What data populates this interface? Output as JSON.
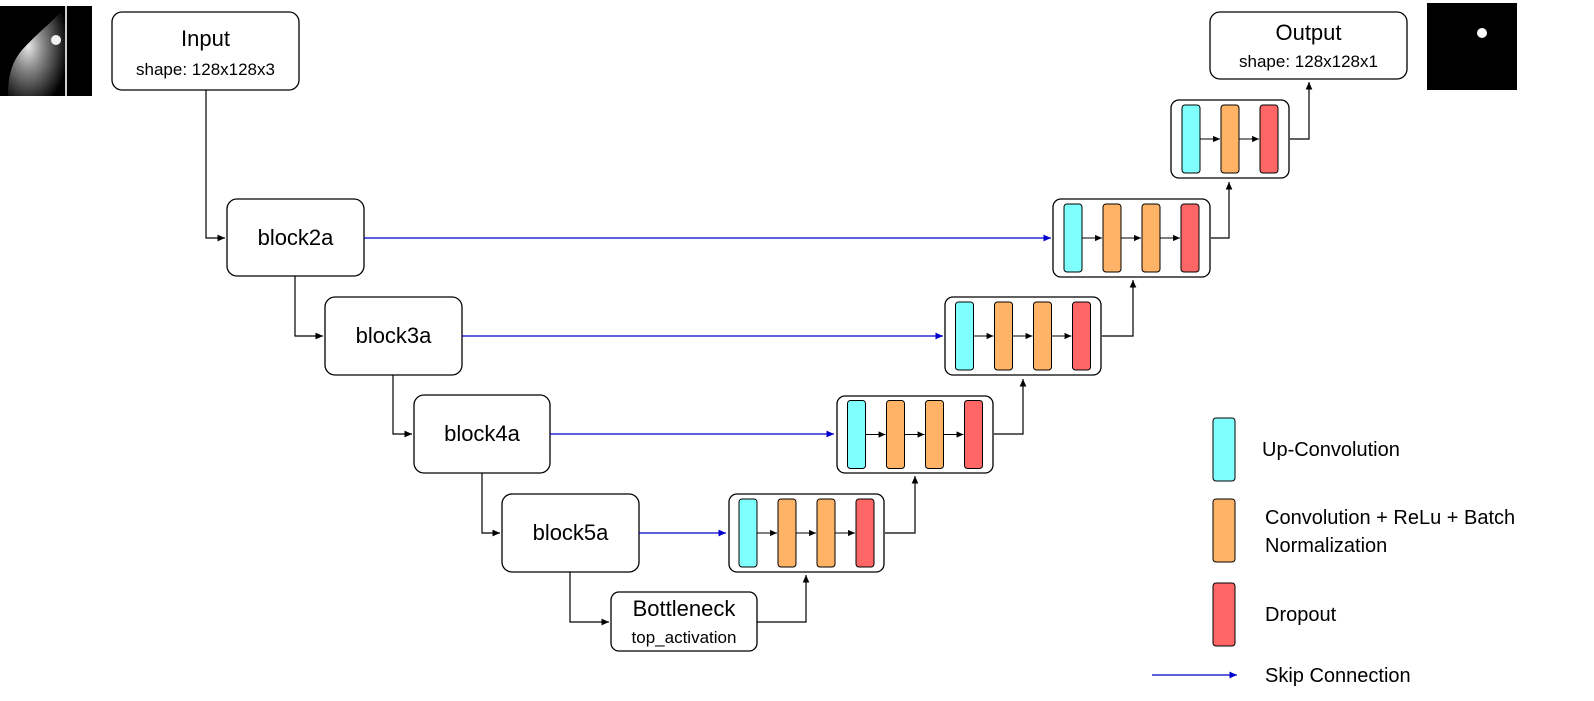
{
  "input": {
    "title": "Input",
    "shape": "shape: 128x128x3"
  },
  "output": {
    "title": "Output",
    "shape": "shape: 128x128x1"
  },
  "encoder_blocks": [
    "block2a",
    "block3a",
    "block4a",
    "block5a"
  ],
  "bottleneck": {
    "title": "Bottleneck",
    "subtitle": "top_activation"
  },
  "decoder_stages": [
    [
      "up",
      "conv",
      "conv",
      "dropout"
    ],
    [
      "up",
      "conv",
      "conv",
      "dropout"
    ],
    [
      "up",
      "conv",
      "conv",
      "dropout"
    ],
    [
      "up",
      "conv",
      "conv",
      "dropout"
    ],
    [
      "up",
      "conv",
      "dropout"
    ]
  ],
  "legend": {
    "up": "Up-Convolution",
    "conv_line1": "Convolution + ReLu + Batch",
    "conv_line2": "Normalization",
    "dropout": "Dropout",
    "skip": "Skip Connection"
  },
  "colors": {
    "up": "#80ffff",
    "conv": "#ffb366",
    "dropout": "#ff6666",
    "skip": "#0000cc",
    "line": "#000000"
  },
  "images": {
    "input": "mammogram-thumbnail",
    "output": "segmentation-mask"
  }
}
